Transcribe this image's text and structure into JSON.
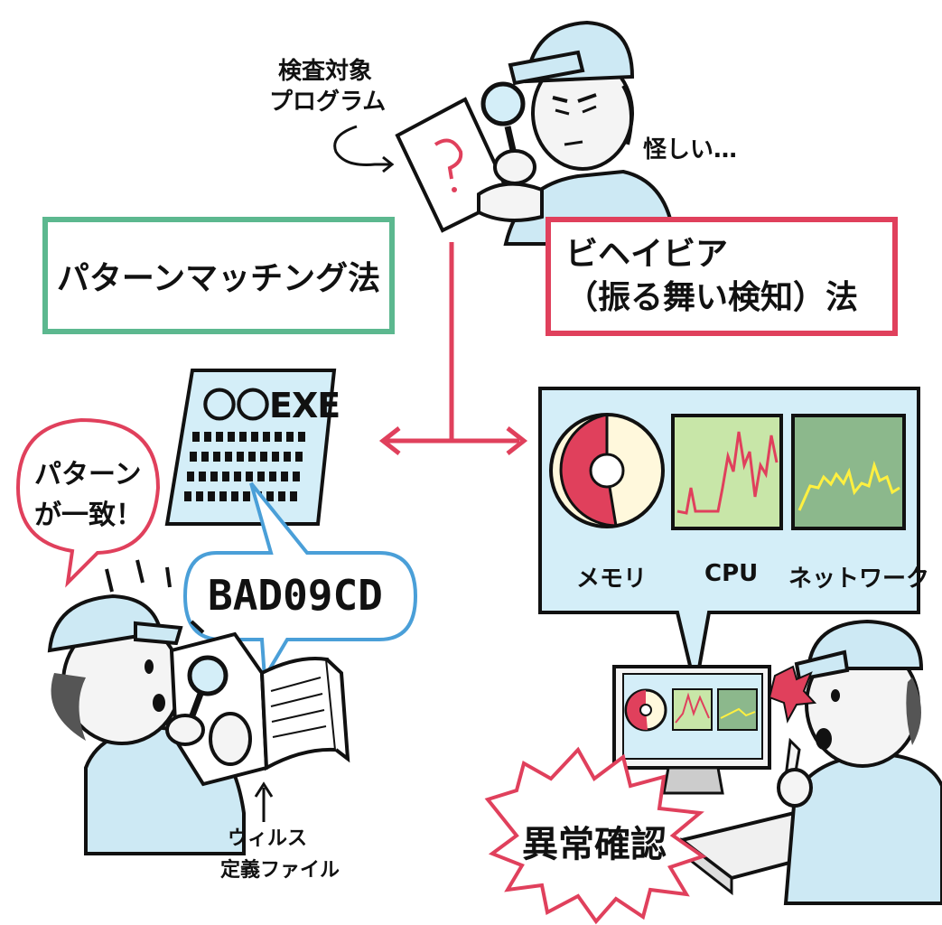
{
  "top": {
    "target_label_line1": "検査対象",
    "target_label_line2": "プログラム",
    "suspicious_text": "怪しい…"
  },
  "methods": {
    "pattern": {
      "label": "パターンマッチング法",
      "border_color": "#5cb88f"
    },
    "behavior": {
      "label_line1": "ビヘイビア",
      "label_line2": "（振る舞い検知）法",
      "border_color": "#e0405c"
    }
  },
  "pattern_side": {
    "file_title": "〇〇EXE",
    "speech_line1": "パターン",
    "speech_line2": "が一致！",
    "signature_code": "BAD09CD",
    "virus_def_line1": "ウィルス",
    "virus_def_line2": "定義ファイル"
  },
  "behavior_side": {
    "monitors": [
      {
        "label": "メモリ"
      },
      {
        "label": "CPU"
      },
      {
        "label": "ネットワーク"
      }
    ],
    "alert_text": "異常確認"
  },
  "colors": {
    "accent_red": "#e0405c",
    "speech_blue": "#4a9fd8",
    "screen_bg": "#d4eef8",
    "cpu_bg": "#c8e6a8",
    "network_bg": "#8cb88c",
    "memory_light": "#fff8dc",
    "worker_shirt": "#cde9f4"
  }
}
